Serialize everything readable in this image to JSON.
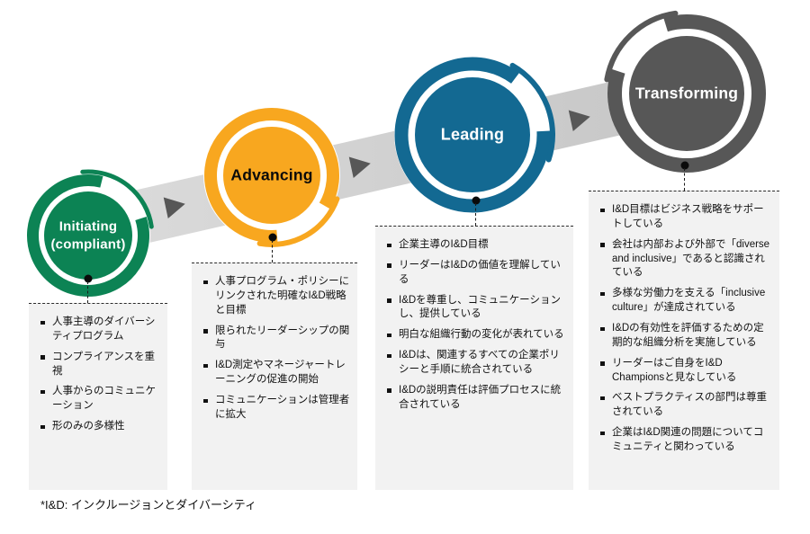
{
  "diagram_title": "",
  "footnote": "*I&D: インクルージョンとダイバーシティ",
  "flow": {
    "band_color_left": "#DBDBDB",
    "band_color_right": "#C6C6C6",
    "arrow_color": "#575757",
    "arrow_count": 3,
    "direction": "ascending-left-to-right"
  },
  "stages": [
    {
      "id": "initiating",
      "title": "Initiating",
      "title_line2": "(compliant)",
      "color": "#0C8354",
      "text_color": "#FFFFFF",
      "items": [
        "人事主導のダイバーシティプログラム",
        "コンプライアンスを重視",
        "人事からのコミュニケーション",
        "形のみの多様性"
      ]
    },
    {
      "id": "advancing",
      "title": "Advancing",
      "color": "#F8A71F",
      "text_color": "#000000",
      "items": [
        "人事プログラム・ポリシーにリンクされた明確なI&D戦略と目標",
        "限られたリーダーシップの関与",
        "I&D測定やマネージャートレーニングの促進の開始",
        "コミュニケーションは管理者に拡大"
      ]
    },
    {
      "id": "leading",
      "title": "Leading",
      "color": "#136992",
      "text_color": "#FFFFFF",
      "items": [
        "企業主導のI&D目標",
        "リーダーはI&Dの価値を理解している",
        "I&Dを尊重し、コミュニケーションし、提供している",
        "明白な組織行動の変化が表れている",
        "I&Dは、関連するすべての企業ポリシーと手順に統合されている",
        "I&Dの説明責任は評価プロセスに統合されている"
      ]
    },
    {
      "id": "transforming",
      "title": "Transforming",
      "color": "#575757",
      "text_color": "#FFFFFF",
      "items": [
        "I&D目標はビジネス戦略をサポートしている",
        "会社は内部および外部で「diverse and inclusive」であると認識されている",
        "多様な労働力を支える「inclusive culture」が達成されている",
        "I&Dの有効性を評価するための定期的な組織分析を実施している",
        "リーダーはご自身をI&D Championsと見なしている",
        "ベストプラクティスの部門は尊重されている",
        "企業はI&D関連の問題についてコミュニティと関わっている"
      ]
    }
  ]
}
